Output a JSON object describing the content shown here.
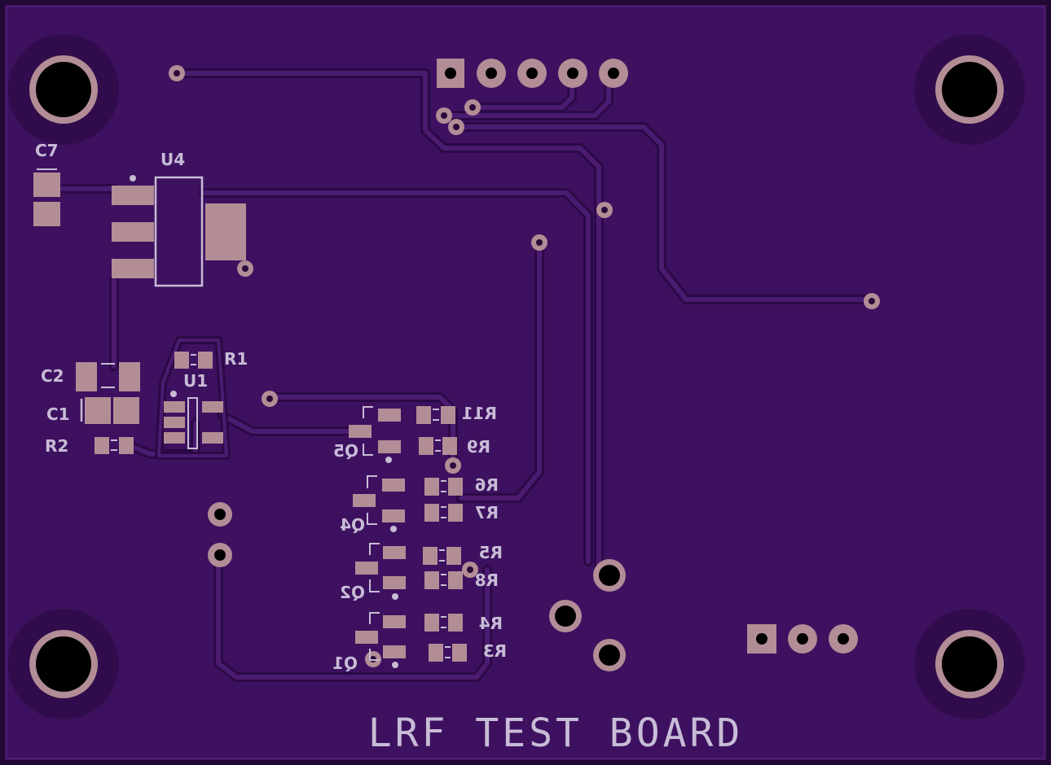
{
  "board": {
    "title": "LRF TEST BOARD",
    "colors": {
      "substrate": "#3d1160",
      "substrate_edge": "#2a0a3f",
      "trace_outer": "#2e0a48",
      "trace_inner": "#4a1a6e",
      "copper": "#b28d96",
      "silkscreen": "#c8bcd6",
      "drill": "#000000"
    }
  },
  "designators": {
    "c7": "C7",
    "u4": "U4",
    "c2": "C2",
    "c1": "C1",
    "r2": "R2",
    "r1": "R1",
    "u1": "U1",
    "r11": "R11",
    "r9": "R9",
    "q5": "Q5",
    "r6": "R6",
    "r7": "R7",
    "q4": "Q4",
    "r5": "R5",
    "r8": "R8",
    "q2": "Q2",
    "r4": "R4",
    "r3": "R3",
    "q1": "Q1"
  }
}
